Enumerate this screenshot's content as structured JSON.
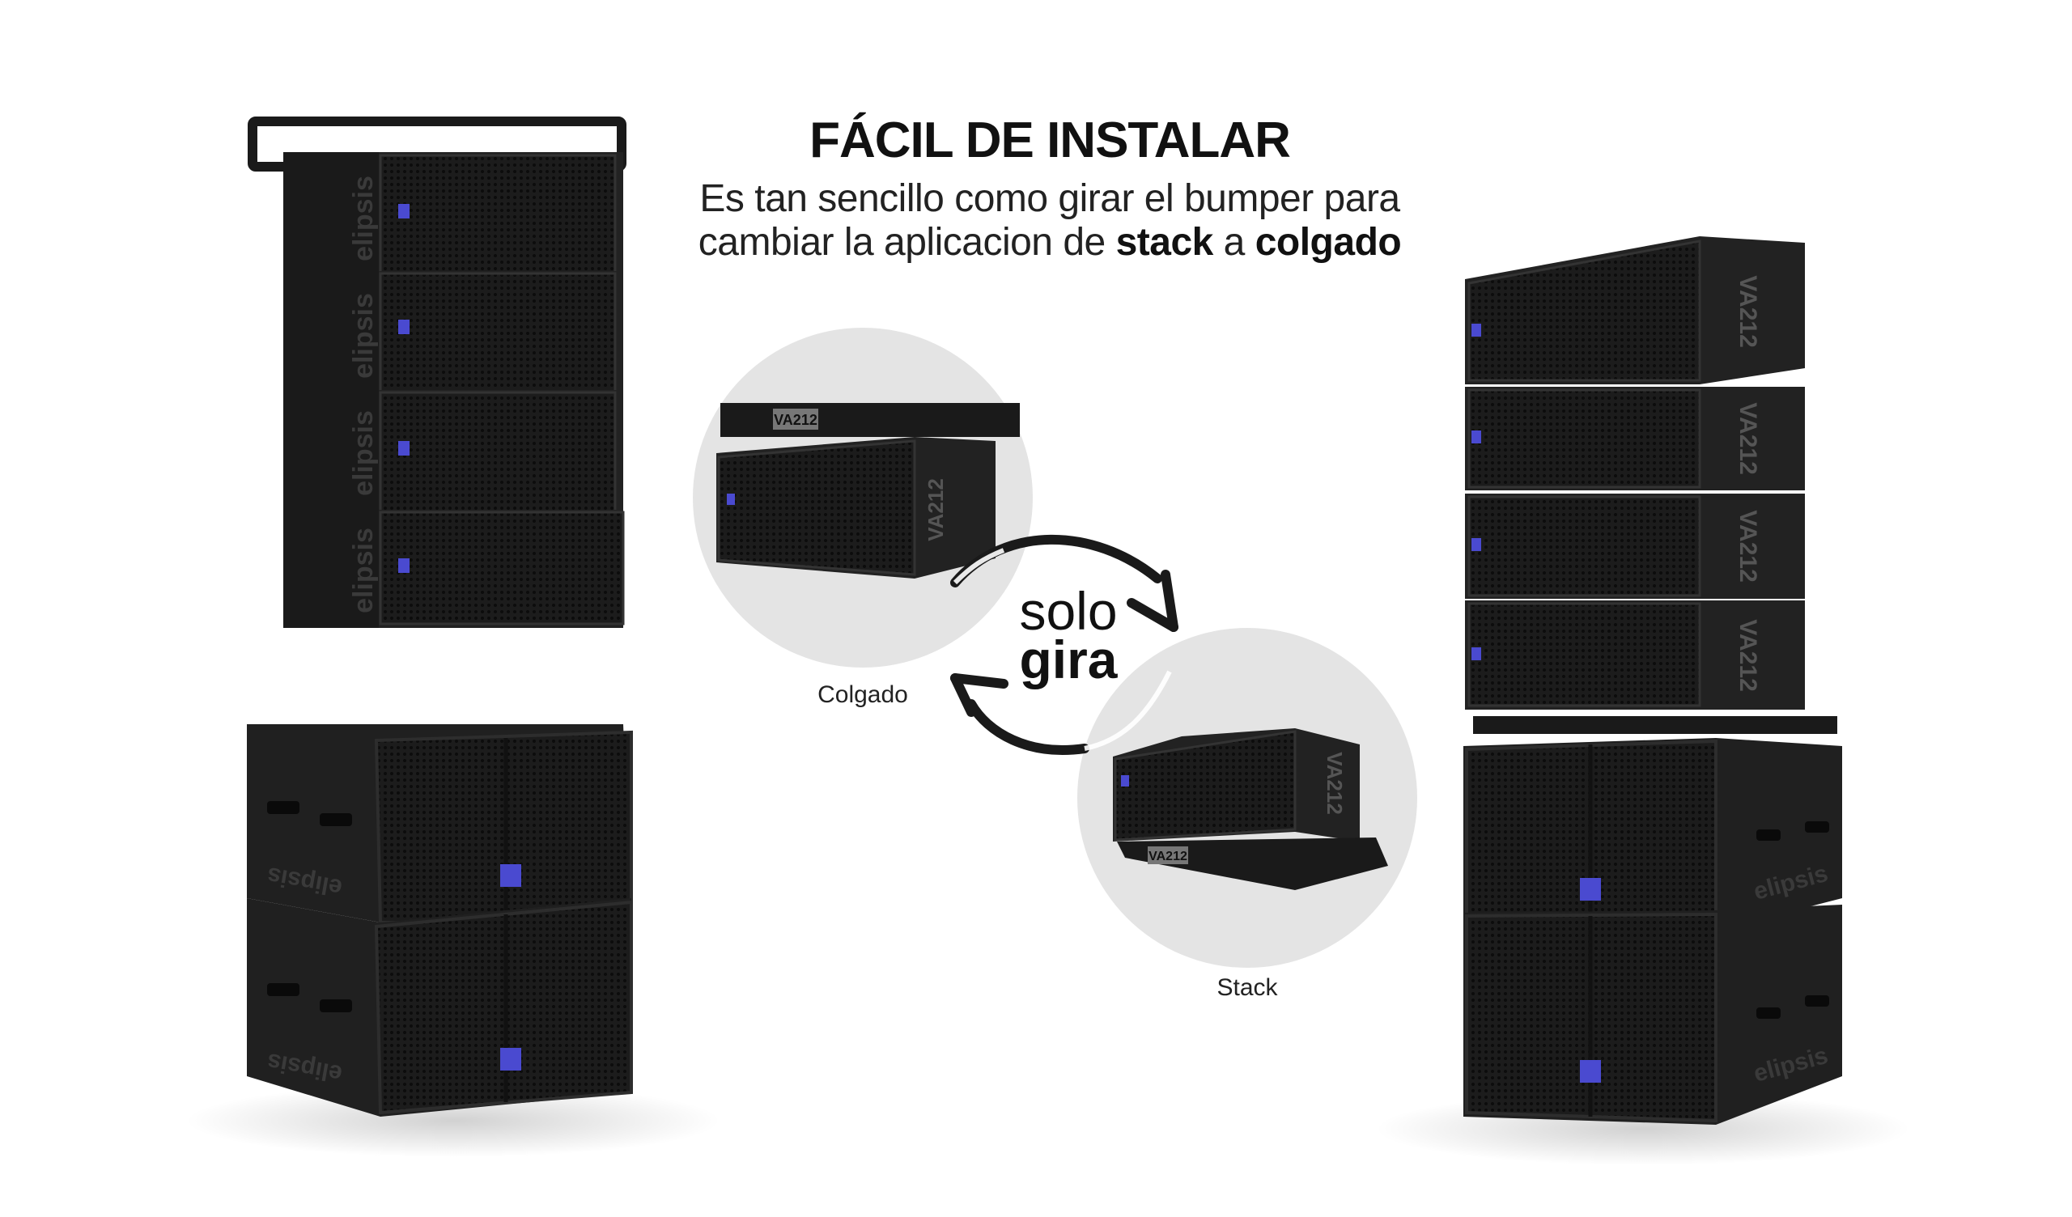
{
  "header": {
    "title": "FÁCIL DE INSTALAR",
    "subtitle_line1": "Es tan sencillo como girar el bumper para",
    "subtitle_line2_prefix": "cambiar la aplicacion de ",
    "subtitle_bold1": "stack",
    "subtitle_mid": " a ",
    "subtitle_bold2": "colgado"
  },
  "rotation": {
    "word1": "solo",
    "word2": "gira"
  },
  "captions": {
    "colgado": "Colgado",
    "stack": "Stack"
  },
  "branding": {
    "brand": "elipsis",
    "model": "VA212",
    "logo_color": "#4a4ad0"
  }
}
